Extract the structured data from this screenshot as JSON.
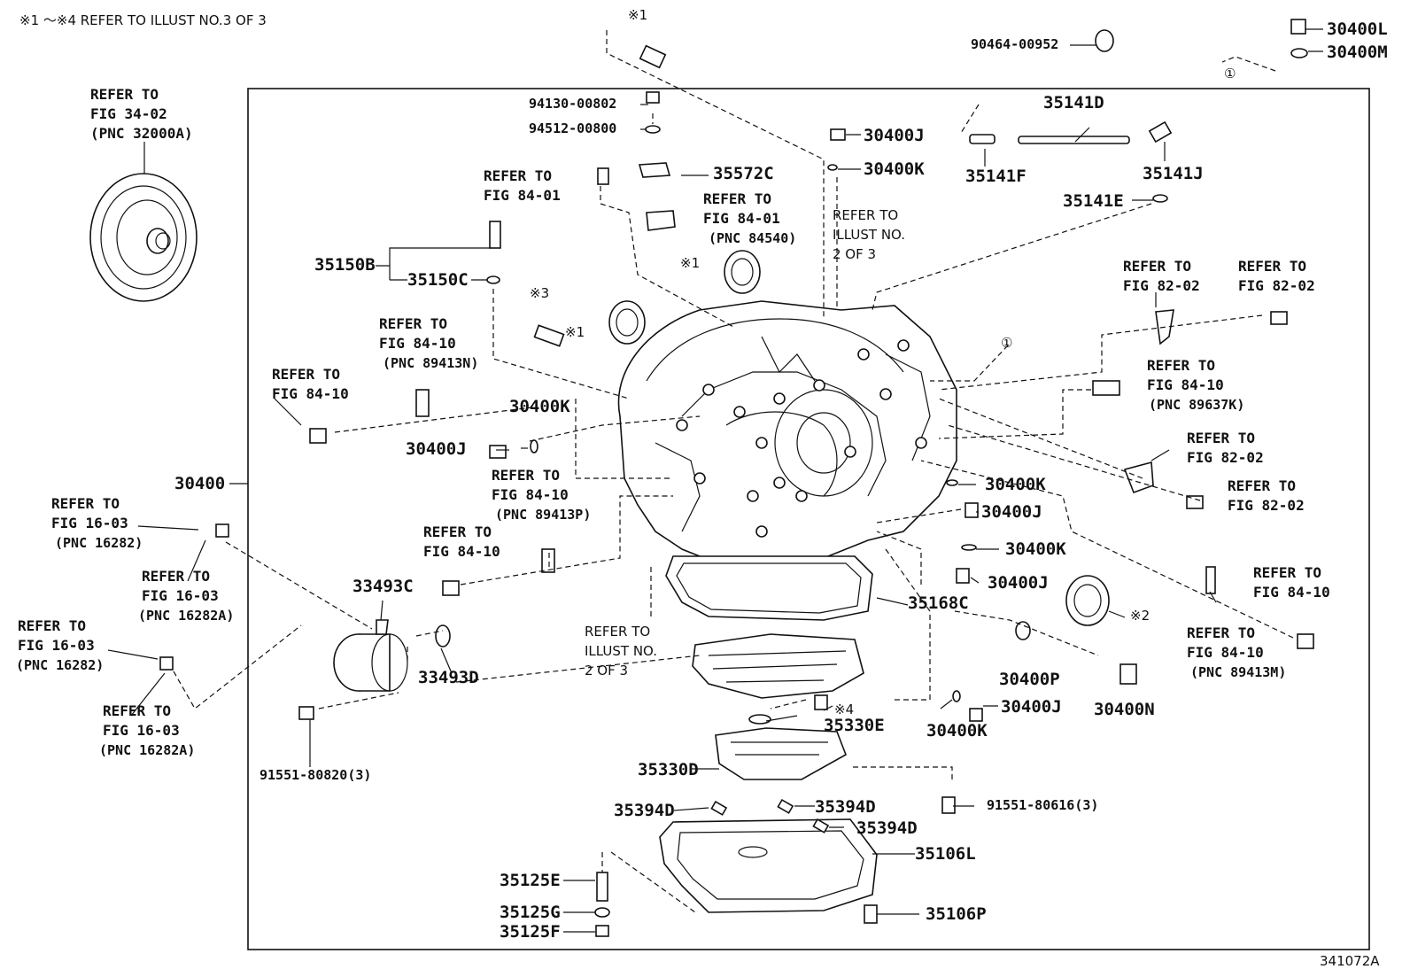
{
  "header_note": "※1 ～※4 REFER TO ILLUST NO.3 OF 3",
  "illustration_code": "341072A",
  "callout_mark": "①",
  "markers": {
    "m1": "※1",
    "m2": "※2",
    "m3": "※3",
    "m4": "※4"
  },
  "part_numbers": {
    "p30400": "30400",
    "p30400L": "30400L",
    "p30400M": "30400M",
    "p30400J": "30400J",
    "p30400K": "30400K",
    "p30400P": "30400P",
    "p30400N": "30400N",
    "p35141D": "35141D",
    "p35141F": "35141F",
    "p35141J": "35141J",
    "p35141E": "35141E",
    "p35572C": "35572C",
    "p35150B": "35150B",
    "p35150C": "35150C",
    "p33493C": "33493C",
    "p33493D": "33493D",
    "p35168C": "35168C",
    "p35330E": "35330E",
    "p35330D": "35330D",
    "p35394D": "35394D",
    "p35106L": "35106L",
    "p35106P": "35106P",
    "p35125E": "35125E",
    "p35125G": "35125G",
    "p35125F": "35125F",
    "p90464": "90464-00952",
    "p94130": "94130-00802",
    "p94512": "94512-00800",
    "p91551a": "91551-80820(3)",
    "p91551b": "91551-80616(3)"
  },
  "refs": {
    "refer_to": "REFER TO",
    "fig_34_02": "FIG 34-02",
    "pnc_32000a": "(PNC 32000A)",
    "fig_84_01": "FIG 84-01",
    "pnc_84540": "(PNC 84540)",
    "fig_84_10": "FIG 84-10",
    "pnc_89413n": "(PNC 89413N)",
    "pnc_89413p": "(PNC 89413P)",
    "pnc_89637k": "(PNC 89637K)",
    "pnc_89413m": "(PNC 89413M)",
    "fig_82_02": "FIG 82-02",
    "fig_16_03": "FIG 16-03",
    "pnc_16282": "(PNC 16282)",
    "pnc_16282a": "(PNC 16282A)",
    "illust_no": "ILLUST NO.",
    "two_of_three": "2 OF 3"
  }
}
